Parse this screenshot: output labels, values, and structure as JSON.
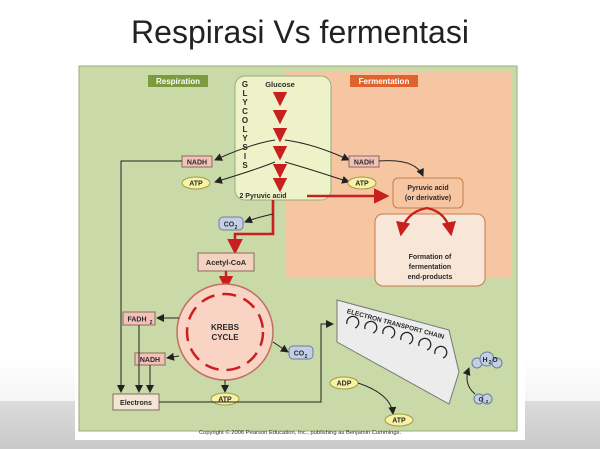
{
  "slide": {
    "title": "Respirasi Vs fermentasi"
  },
  "diagram": {
    "sections": {
      "respiration": "Respiration",
      "fermentation": "Fermentation"
    },
    "glycolysis": {
      "letters": [
        "G",
        "L",
        "Y",
        "C",
        "O",
        "L",
        "Y",
        "S",
        "I",
        "S"
      ],
      "glucose": "Glucose",
      "pyruvic": "2 Pyruvic acid"
    },
    "nadh": "NADH",
    "atp": "ATP",
    "fadh2": "FADH",
    "fadh2_sub": "2",
    "co2": "CO",
    "co2_sub": "2",
    "acetyl_coa": "Acetyl-CoA",
    "krebs": [
      "KREBS",
      "CYCLE"
    ],
    "electrons": "Electrons",
    "etc": "ELECTRON TRANSPORT CHAIN",
    "adp": "ADP",
    "h2o_h": "H",
    "h2o_sub": "2",
    "h2o_o": "O",
    "o2": "O",
    "o2_sub": "2",
    "fermentation_pyruvic": [
      "Pyruvic acid",
      "(or derivative)"
    ],
    "end_products": [
      "Formation of",
      "fermentation",
      "end-products"
    ],
    "copyright": "Copyright © 2006 Pearson Education, Inc., publishing as Benjamin Cummings."
  },
  "colors": {
    "respiration_bg": "#c9d9a8",
    "fermentation_bg": "#f6c6a3",
    "glycolysis_bg": "#eef2c8",
    "arrow_red": "#c8201e",
    "nadh_box": "#f3c1b8",
    "atp_box": "#f7f2a4",
    "co2_box": "#c2cfe4",
    "krebs_ring": "#f9d4c4"
  }
}
